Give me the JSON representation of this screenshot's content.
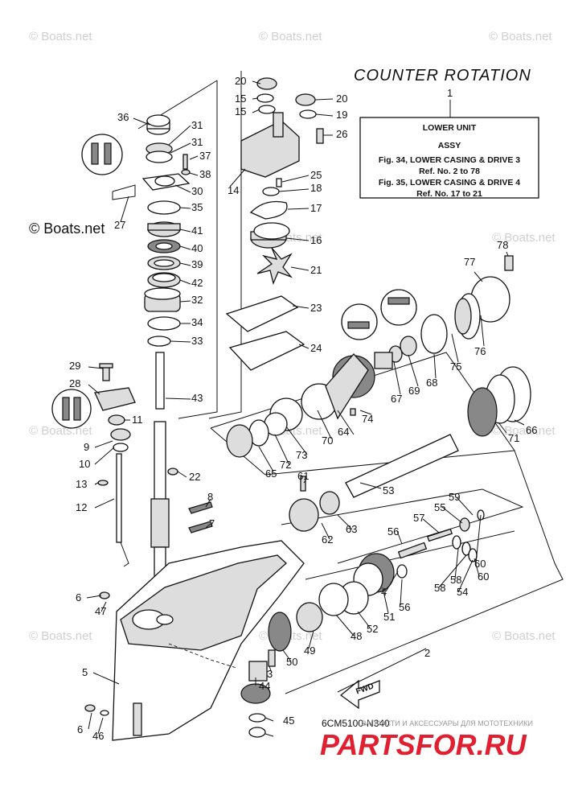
{
  "title": "COUNTER ROTATION",
  "assy_box": {
    "ref_number": "1",
    "lines": [
      "LOWER UNIT",
      "ASSY",
      "Fig. 34, LOWER CASING & DRIVE 3",
      "Ref. No. 2 to 78",
      "Fig. 35, LOWER CASING & DRIVE 4",
      "Ref. No. 17 to 21"
    ]
  },
  "watermark": "© Boats.net",
  "drawing_code": "6CM5100-N340",
  "banner": {
    "subtitle": "ЗАПЧАСТИ И АКСЕССУАРЫ ДЛЯ МОТОТЕХНИКИ",
    "brand": "PARTSFOR.RU"
  },
  "fwd_label": "FWD",
  "callouts": [
    "36",
    "31",
    "31",
    "37",
    "38",
    "30",
    "27",
    "35",
    "41",
    "40",
    "39",
    "42",
    "32",
    "34",
    "33",
    "43",
    "20",
    "15",
    "15",
    "20",
    "19",
    "26",
    "14",
    "25",
    "18",
    "17",
    "16",
    "21",
    "23",
    "24",
    "78",
    "77",
    "76",
    "75",
    "68",
    "69",
    "67",
    "74",
    "64",
    "70",
    "73",
    "72",
    "65",
    "66",
    "71",
    "29",
    "28",
    "11",
    "9",
    "10",
    "13",
    "12",
    "22",
    "8",
    "7",
    "61",
    "53",
    "62",
    "63",
    "59",
    "55",
    "57",
    "56",
    "60",
    "58",
    "58",
    "60",
    "54",
    "56",
    "4",
    "6",
    "47",
    "51",
    "52",
    "48",
    "49",
    "50",
    "3",
    "44",
    "2",
    "5",
    "6",
    "46",
    "45"
  ]
}
